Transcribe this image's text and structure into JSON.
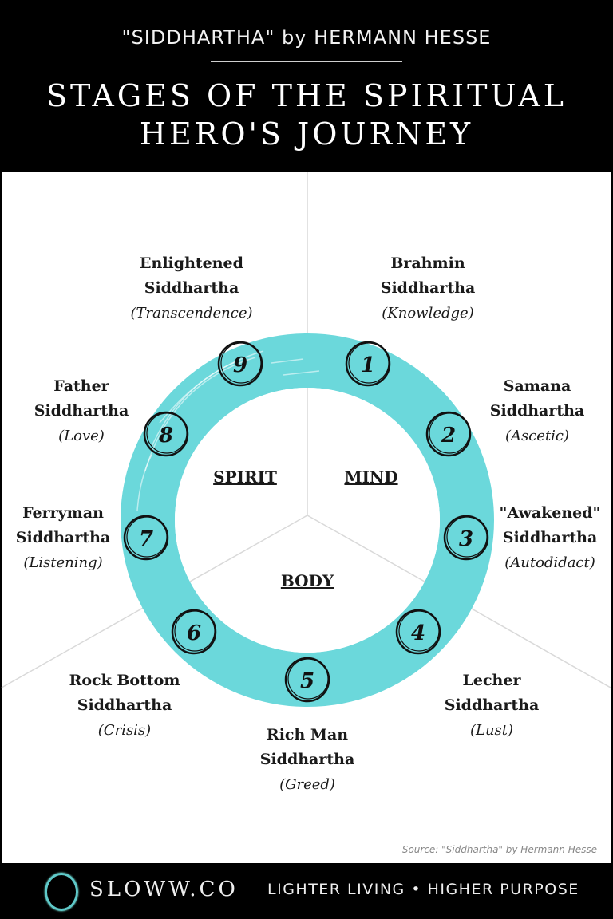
{
  "header": {
    "subtitle": "\"SIDDHARTHA\" by HERMANN HESSE",
    "title_line1": "STAGES OF THE SPIRITUAL",
    "title_line2": "HERO'S JOURNEY"
  },
  "colors": {
    "ring": "#6BD8DB",
    "background_header": "#000000",
    "panel": "#ffffff",
    "divider": "#d9d9d9",
    "logo_ring": "#5fc9c9"
  },
  "sectors": {
    "spirit": "SPIRIT",
    "mind": "MIND",
    "body": "BODY"
  },
  "stages": [
    {
      "number": "1",
      "line1": "Brahmin",
      "line2": "Siddhartha",
      "theme": "(Knowledge)"
    },
    {
      "number": "2",
      "line1": "Samana",
      "line2": "Siddhartha",
      "theme": "(Ascetic)"
    },
    {
      "number": "3",
      "line1": "\"Awakened\"",
      "line2": "Siddhartha",
      "theme": "(Autodidact)"
    },
    {
      "number": "4",
      "line1": "Lecher",
      "line2": "Siddhartha",
      "theme": "(Lust)"
    },
    {
      "number": "5",
      "line1": "Rich Man",
      "line2": "Siddhartha",
      "theme": "(Greed)"
    },
    {
      "number": "6",
      "line1": "Rock Bottom",
      "line2": "Siddhartha",
      "theme": "(Crisis)"
    },
    {
      "number": "7",
      "line1": "Ferryman",
      "line2": "Siddhartha",
      "theme": "(Listening)"
    },
    {
      "number": "8",
      "line1": "Father",
      "line2": "Siddhartha",
      "theme": "(Love)"
    },
    {
      "number": "9",
      "line1": "Enlightened",
      "line2": "Siddhartha",
      "theme": "(Transcendence)"
    }
  ],
  "source": "Source: \"Siddhartha\" by Hermann Hesse",
  "footer": {
    "brand": "SLOWW.CO",
    "tagline": "LIGHTER LIVING • HIGHER PURPOSE"
  }
}
